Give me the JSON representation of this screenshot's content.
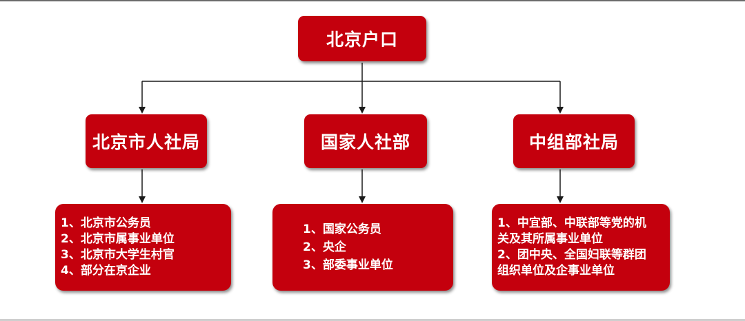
{
  "root": {
    "label": "北京户口"
  },
  "branches": [
    {
      "label": "北京市人社局",
      "items": [
        "1、北京市公务员",
        "2、北京市属事业单位",
        "3、北京市大学生村官",
        "4、部分在京企业"
      ]
    },
    {
      "label": "国家人社部",
      "items": [
        "1、国家公务员",
        "2、央企",
        "3、部委事业单位"
      ]
    },
    {
      "label": "中组部社局",
      "items": [
        "1、中宜部、中联部等党的机",
        "关及其所属事业单位",
        "2、团中央、全国妇联等群团",
        "组织单位及企事业单位"
      ]
    }
  ],
  "colors": {
    "node_fill": "#c4000d",
    "text": "#ffffff",
    "connector": "#1a1a1a"
  }
}
